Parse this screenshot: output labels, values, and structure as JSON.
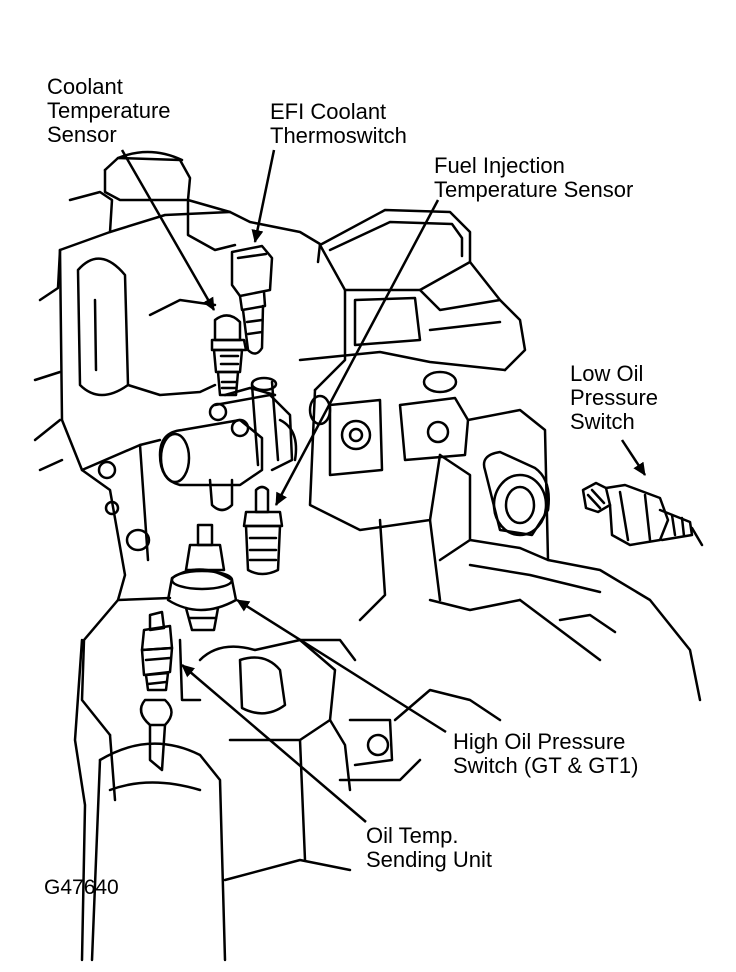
{
  "labels": {
    "coolant_temp_sensor": [
      "Coolant",
      "Temperature",
      "Sensor"
    ],
    "efi_thermoswitch": [
      "EFI Coolant",
      "Thermoswitch"
    ],
    "fuel_injection_sensor": [
      "Fuel Injection",
      "Temperature Sensor"
    ],
    "low_oil_switch": [
      "Low Oil",
      "Pressure",
      "Switch"
    ],
    "high_oil_switch": [
      "High Oil Pressure",
      "Switch (GT & GT1)"
    ],
    "oil_temp_unit": [
      "Oil Temp.",
      "Sending Unit"
    ]
  },
  "figure_id": "G47640",
  "colors": {
    "ink": "#000000",
    "paper": "#ffffff"
  }
}
